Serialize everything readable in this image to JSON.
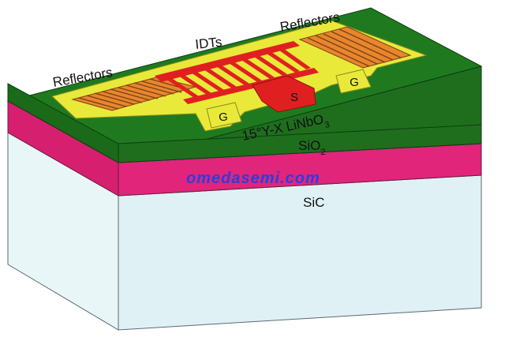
{
  "labels": {
    "reflectors_left": "Reflectors",
    "idts": "IDTs",
    "reflectors_right": "Reflectors",
    "ground_left": "G",
    "ground_right": "G",
    "signal": "S",
    "layer_top_prefix": "15°Y-X LiNbO",
    "layer_top_sub": "3",
    "layer_mid_prefix": "SiO",
    "layer_mid_sub": "2",
    "layer_bottom": "SiC"
  },
  "watermark": "omedasemi.com",
  "colors": {
    "linbo3": "#1f7a1f",
    "electrode_frame": "#e9e93a",
    "reflector": "#e8862e",
    "idt": "#e02020",
    "sio2": "#e0257a",
    "sic": "#dff1f4",
    "watermark": "#2a3ee0"
  }
}
